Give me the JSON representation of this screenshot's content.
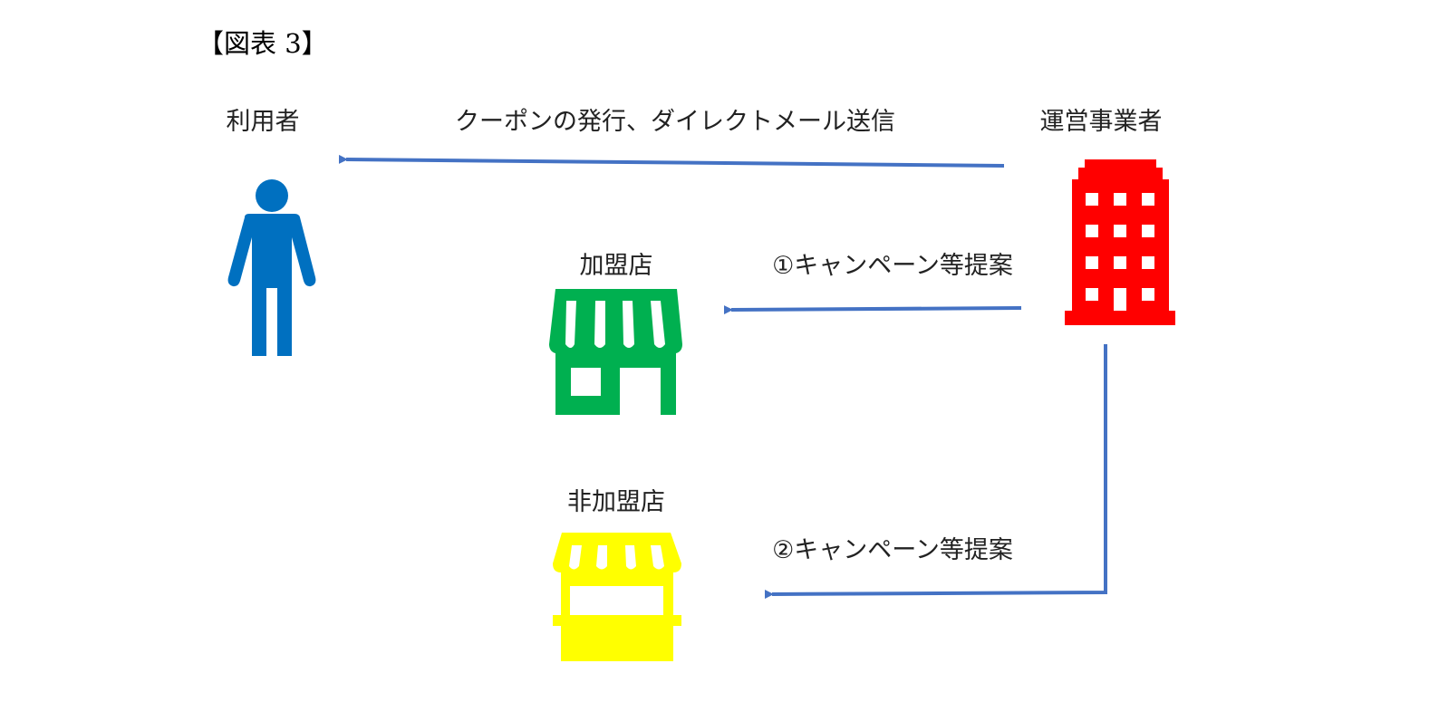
{
  "title": "【図表 3】",
  "nodes": {
    "user": "利用者",
    "operator": "運営事業者",
    "member_store": "加盟店",
    "non_member_store": "非加盟店"
  },
  "edges": {
    "operator_to_user": "クーポンの発行、ダイレクトメール送信",
    "operator_to_member": "①キャンペーン等提案",
    "operator_to_non_member": "②キャンペーン等提案"
  },
  "colors": {
    "arrow": "#4472C4",
    "user": "#0070C0",
    "operator": "#FF0000",
    "member": "#00B050",
    "non_member": "#FFFF00"
  }
}
